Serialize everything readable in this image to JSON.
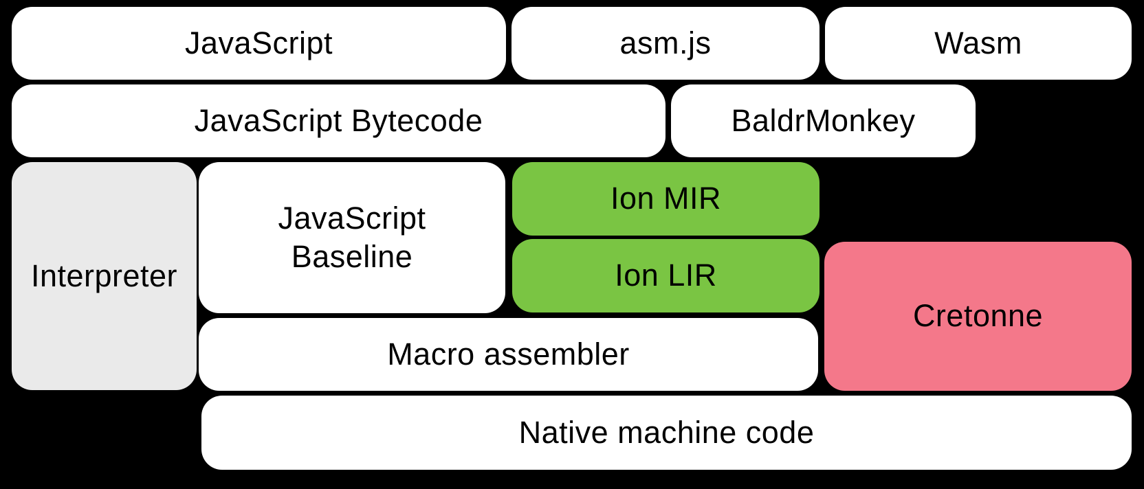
{
  "diagram": {
    "background": "#000000",
    "text_color": "#000000",
    "colors": {
      "white": "#ffffff",
      "gray": "#eaeaea",
      "green": "#7ac543",
      "pink": "#f4788a"
    },
    "nodes": {
      "javascript": {
        "label": "JavaScript"
      },
      "asmjs": {
        "label": "asm.js"
      },
      "wasm": {
        "label": "Wasm"
      },
      "bytecode": {
        "label": "JavaScript Bytecode"
      },
      "baldrmonkey": {
        "label": "BaldrMonkey"
      },
      "interpreter": {
        "label": "Interpreter"
      },
      "baseline": {
        "label": "JavaScript\nBaseline"
      },
      "ion_mir": {
        "label": "Ion MIR"
      },
      "ion_lir": {
        "label": "Ion LIR"
      },
      "cretonne": {
        "label": "Cretonne"
      },
      "macro_assembler": {
        "label": "Macro assembler"
      },
      "native_machine_code": {
        "label": "Native machine code"
      }
    }
  }
}
